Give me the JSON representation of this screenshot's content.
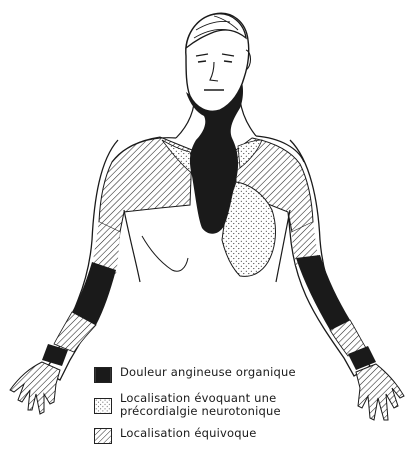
{
  "legend": {
    "items": [
      {
        "pattern": "solid",
        "lines": [
          "Douleur angineuse organique"
        ]
      },
      {
        "pattern": "dotted",
        "lines": [
          "Localisation évoquant une",
          "précordialgie neurotonique"
        ]
      },
      {
        "pattern": "hatched",
        "lines": [
          "Localisation équivoque"
        ]
      }
    ]
  },
  "colors": {
    "ink": "#1a1a1a",
    "paper": "#ffffff"
  }
}
